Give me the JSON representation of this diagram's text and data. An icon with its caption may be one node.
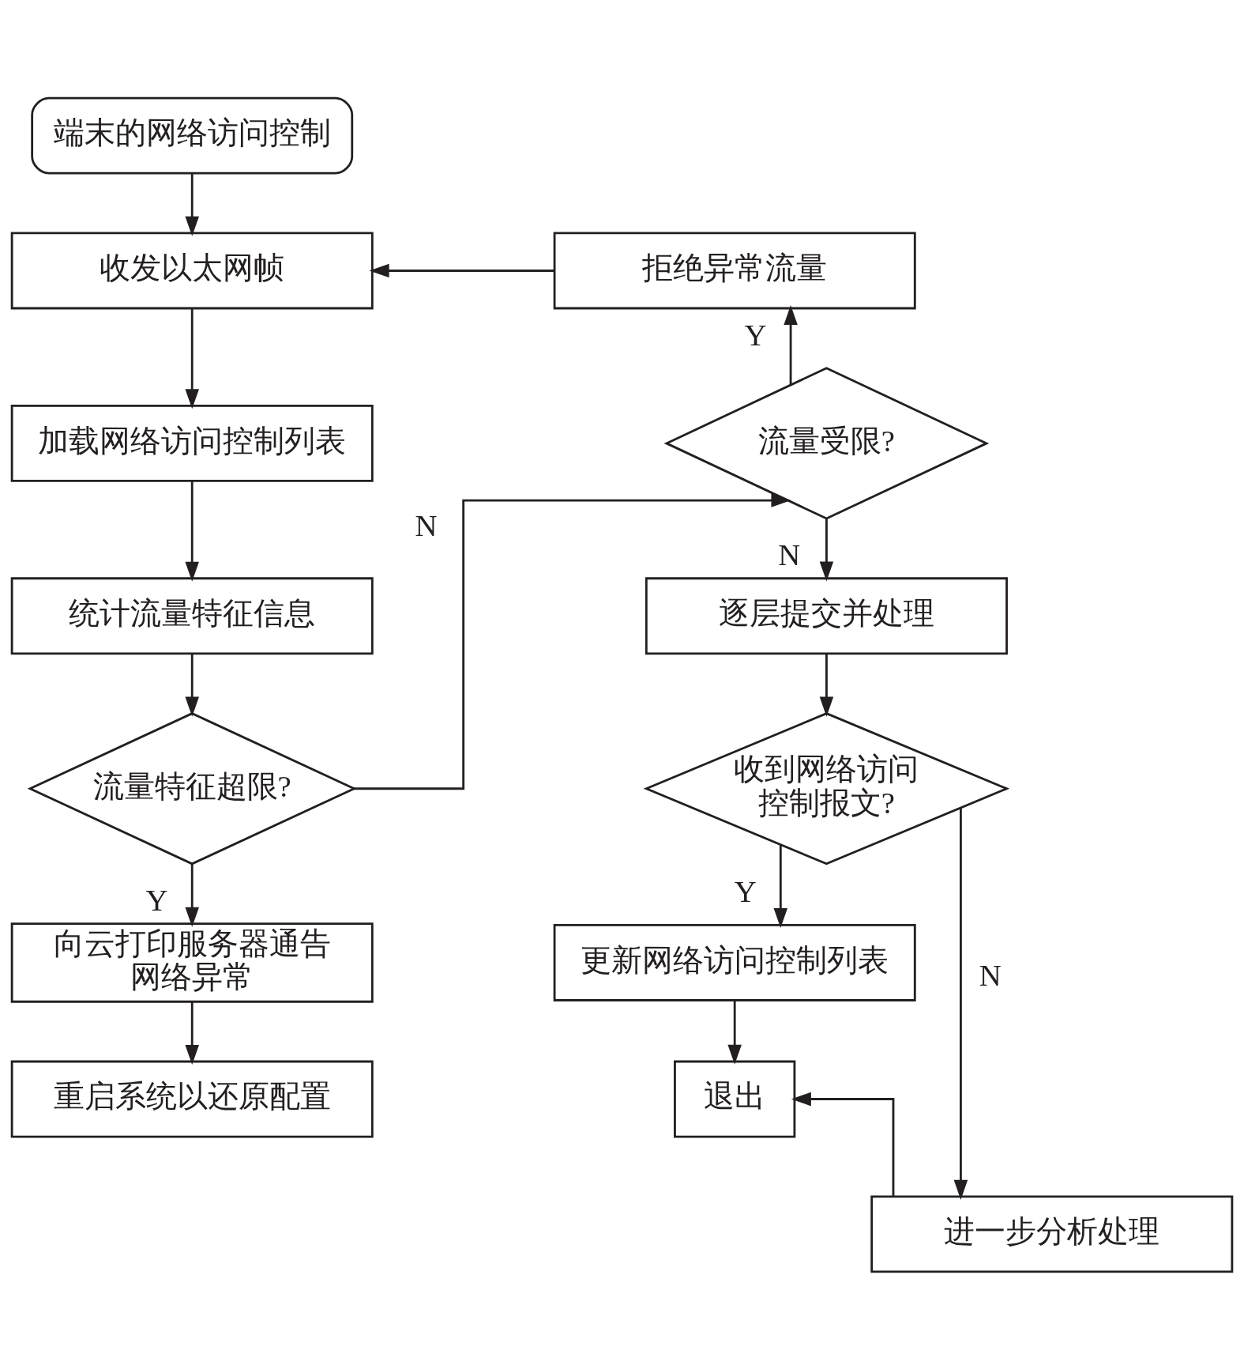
{
  "diagram": {
    "nodes": [
      {
        "text": [
          "端末的网络访问控制"
        ]
      },
      {
        "text": [
          "收发以太网帧"
        ]
      },
      {
        "text": [
          "加载网络访问控制列表"
        ]
      },
      {
        "text": [
          "统计流量特征信息"
        ]
      },
      {
        "text": [
          "流量特征超限?"
        ]
      },
      {
        "text": [
          "向云打印服务器通告网络异常"
        ]
      },
      {
        "text": [
          "重启系统以还原配置"
        ]
      },
      {
        "text": [
          "拒绝异常流量"
        ]
      },
      {
        "text": [
          "流量受限?"
        ]
      },
      {
        "text": [
          "逐层提交并处理"
        ]
      },
      {
        "text": [
          "收到网络访问控制报文?"
        ]
      },
      {
        "text": [
          "更新网络访问控制列表"
        ]
      },
      {
        "text": [
          "退出"
        ]
      },
      {
        "text": [
          "进一步分析处理"
        ]
      }
    ],
    "edges": [
      {
        "from": 0,
        "to": 1,
        "arrow": "to"
      },
      {
        "from": 1,
        "to": 2,
        "arrow": "to"
      },
      {
        "from": 2,
        "to": 3,
        "arrow": "to"
      },
      {
        "from": 3,
        "to": 4,
        "arrow": "to"
      },
      {
        "from": 4,
        "to": 5,
        "arrow": "to",
        "label": "Y"
      },
      {
        "from": 5,
        "to": 6,
        "arrow": "to"
      },
      {
        "from": 4,
        "to": 8,
        "arrow": "to",
        "label": "N"
      },
      {
        "from": 8,
        "to": 7,
        "arrow": "to",
        "label": "Y"
      },
      {
        "from": 7,
        "to": 1,
        "arrow": "to"
      },
      {
        "from": 8,
        "to": 9,
        "arrow": "to",
        "label": "N"
      },
      {
        "from": 9,
        "to": 10,
        "arrow": "to"
      },
      {
        "from": 10,
        "to": 11,
        "arrow": "to",
        "label": "Y"
      },
      {
        "from": 11,
        "to": 12,
        "arrow": "to"
      },
      {
        "from": 13,
        "to": 12,
        "arrow": "to"
      },
      {
        "from": 10,
        "to": 13,
        "arrow": "to",
        "label": "N"
      }
    ]
  }
}
